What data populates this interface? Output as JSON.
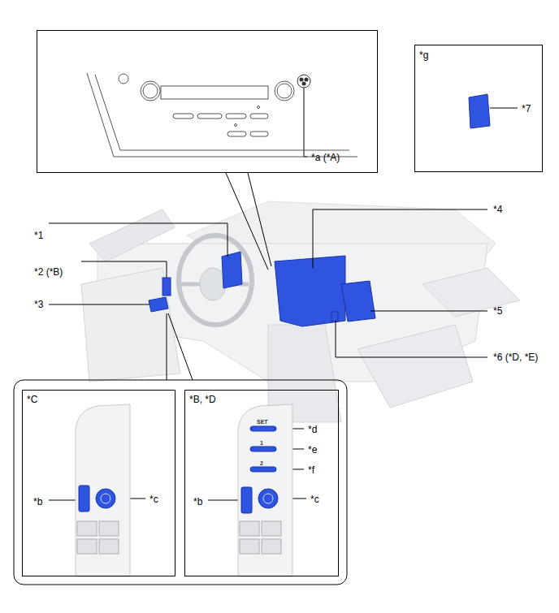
{
  "diagram": {
    "nodes": [
      {
        "text": [
          "*a (*A)"
        ]
      },
      {
        "text": [
          "*g",
          "*7"
        ]
      },
      {
        "text": [
          "*C",
          "*b",
          "*c"
        ]
      },
      {
        "text": [
          "*B, *D",
          "SET",
          "*d",
          "1",
          "*e",
          "2",
          "*f",
          "*b",
          "*c"
        ]
      }
    ],
    "labels": [
      "*1",
      "*2 (*B)",
      "*3",
      "*4",
      "*5",
      "*6 (*D, *E)"
    ]
  }
}
